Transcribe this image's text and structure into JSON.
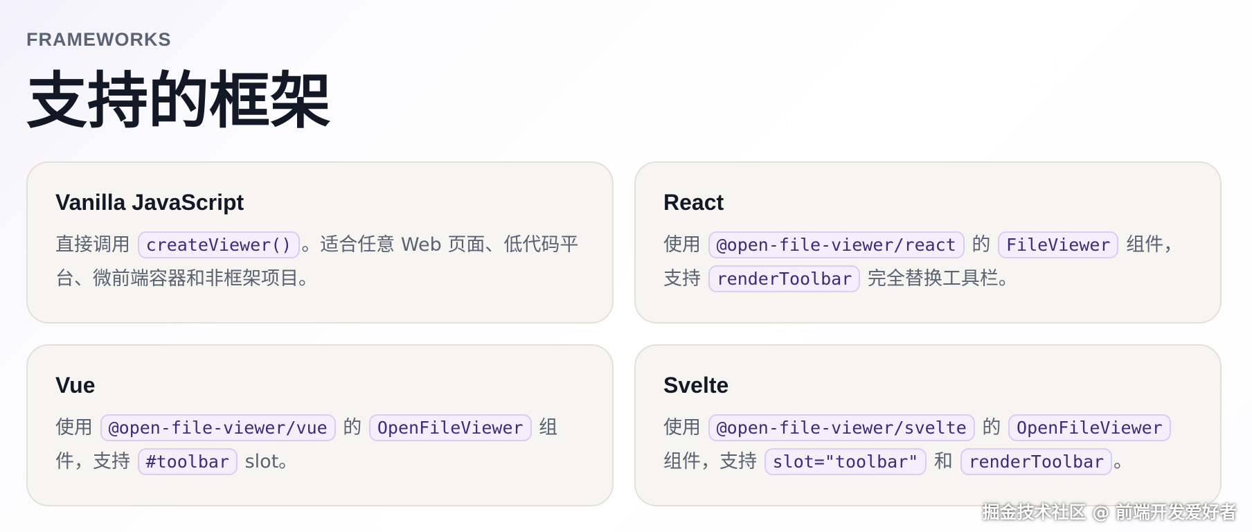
{
  "header": {
    "eyebrow": "FRAMEWORKS",
    "title": "支持的框架"
  },
  "cards": [
    {
      "title": "Vanilla JavaScript",
      "text_1": "直接调用",
      "code_1": "createViewer()",
      "text_2": "。适合任意 Web 页面、低代码平台、微前端容器和非框架项目。"
    },
    {
      "title": "React",
      "text_1": "使用",
      "code_1": "@open-file-viewer/react",
      "text_2": "的",
      "code_2": "FileViewer",
      "text_3": "组件，支持",
      "code_3": "renderToolbar",
      "text_4": "完全替换工具栏。"
    },
    {
      "title": "Vue",
      "text_1": "使用",
      "code_1": "@open-file-viewer/vue",
      "text_2": "的",
      "code_2": "OpenFileViewer",
      "text_3": "组件，支持",
      "code_3": "#toolbar",
      "text_4": "slot。"
    },
    {
      "title": "Svelte",
      "text_1": "使用",
      "code_1": "@open-file-viewer/svelte",
      "text_2": "的",
      "code_2": "OpenFileViewer",
      "text_3": "组件，支持",
      "code_3": "slot=\"toolbar\"",
      "text_4": "和",
      "code_4": "renderToolbar",
      "text_5": "。"
    }
  ],
  "watermark": "掘金技术社区 @ 前端开发爱好者",
  "colors": {
    "card_bg": "#f7f5f1",
    "code_bg": "#f3effc",
    "code_border": "#d8cdf3",
    "title": "#121826",
    "body_text": "#596173"
  }
}
